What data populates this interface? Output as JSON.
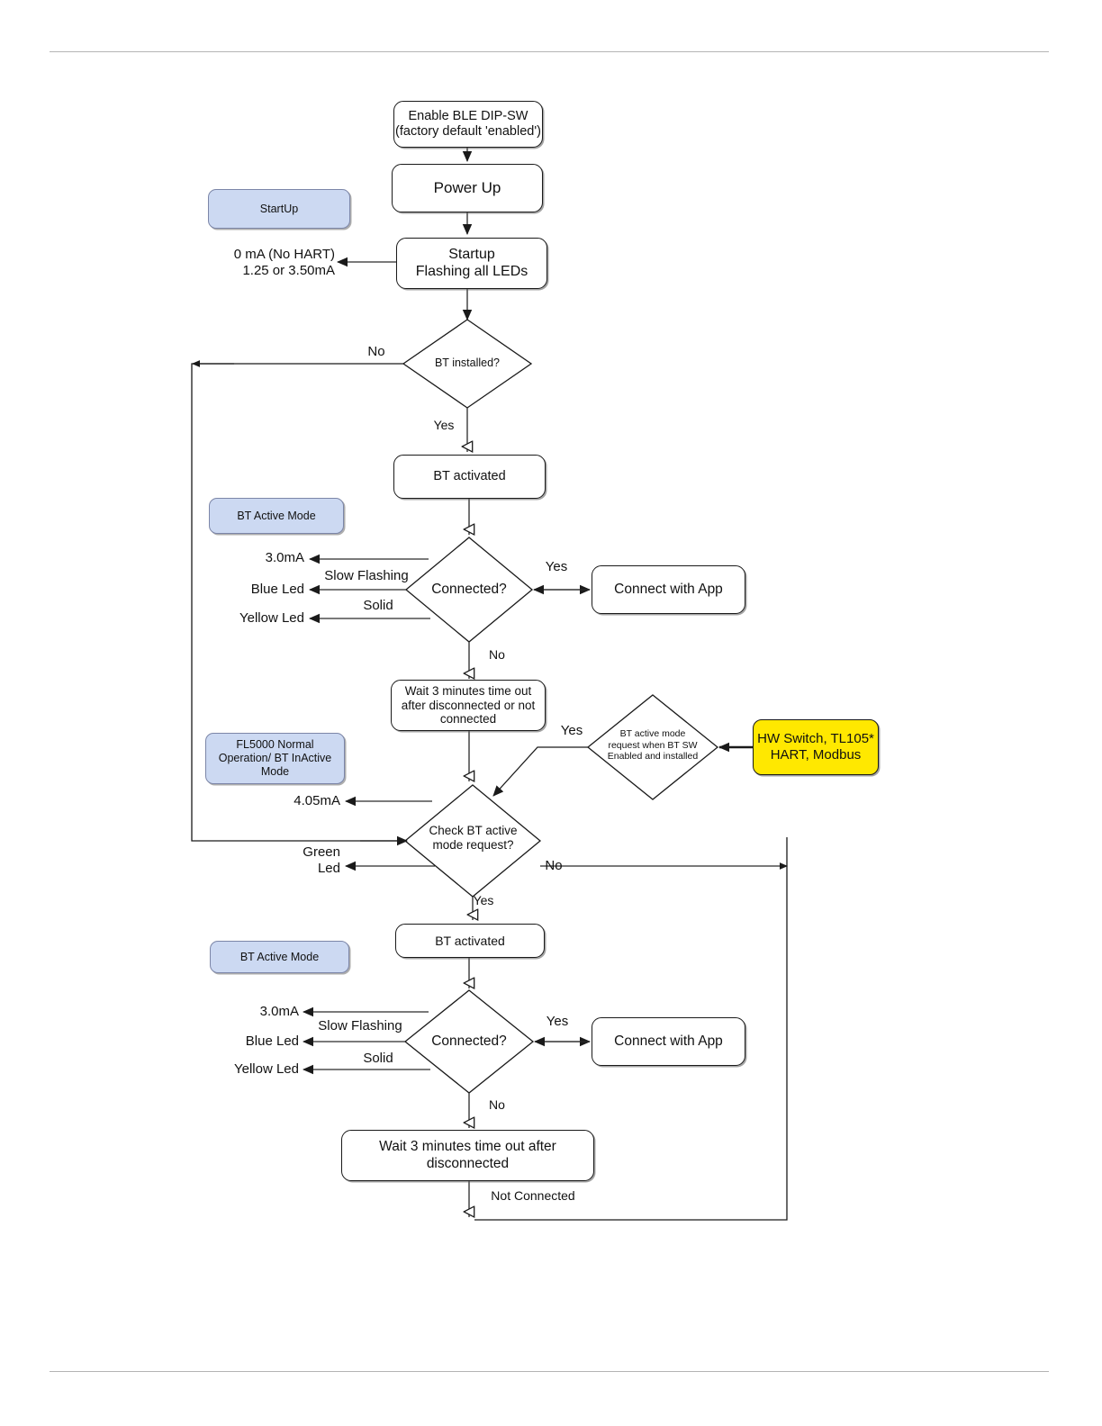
{
  "document": {
    "title": "BLE / Bluetooth Start-up and Active Mode Flowchart",
    "rule_color": "#b4b4b4"
  },
  "colors": {
    "note_fill": "#ccd9f2",
    "note_border": "#7c86a8",
    "callout_fill": "#ffe800",
    "line": "#1a1a1a",
    "process_fill": "#ffffff"
  },
  "flow": {
    "nodes": {
      "enable_ble": "Enable BLE DIP-SW\n(factory default 'enabled')",
      "enable_ble_line1": "Enable BLE DIP-SW",
      "enable_ble_line2": "(factory default 'enabled')",
      "power_up": "Power Up",
      "startup_line1": "Startup",
      "startup_line2": "Flashing all LEDs",
      "bt_activated_1": "BT activated",
      "bt_activated_2": "BT activated",
      "connect_with_app_1": "Connect with App",
      "connect_with_app_2": "Connect with App",
      "wait_timeout_1_line1": "Wait 3 minutes time out",
      "wait_timeout_1_line2": "after disconnected or not",
      "wait_timeout_1_line3": "connected",
      "wait_timeout_2_line1": "Wait 3 minutes time out after",
      "wait_timeout_2_line2": "disconnected"
    },
    "decisions": {
      "bt_installed": "BT installed?",
      "connected_1": "Connected?",
      "connected_2": "Connected?",
      "check_bt_active_line1": "Check BT active",
      "check_bt_active_line2": "mode request?",
      "bt_request_line1": "BT active mode",
      "bt_request_line2": "request  when BT SW",
      "bt_request_line3": "Enabled and installed"
    },
    "notes": {
      "startup_mode": "StartUp",
      "bt_active_mode_1": "BT Active Mode",
      "bt_active_mode_2": "BT Active Mode",
      "normal_op_line1": "FL5000 Normal",
      "normal_op_line2": "Operation/ BT  InActive",
      "normal_op_line3": "Mode"
    },
    "callouts": {
      "hw_switch_line1": "HW Switch, TL105*",
      "hw_switch_line2": "HART, Modbus"
    },
    "output_labels": {
      "startup_current_line1": "0 mA (No HART)",
      "startup_current_line2": "1.25 or 3.50mA",
      "current_3ma_1": "3.0mA",
      "blue_led_1": "Blue Led",
      "yellow_led_1": "Yellow Led",
      "slow_flashing_1": "Slow Flashing",
      "solid_1": "Solid",
      "current_405ma": "4.05mA",
      "green_led_line1": "Green",
      "green_led_line2": "Led",
      "current_3ma_2": "3.0mA",
      "blue_led_2": "Blue Led",
      "yellow_led_2": "Yellow Led",
      "slow_flashing_2": "Slow Flashing",
      "solid_2": "Solid"
    },
    "edge_labels": {
      "bt_installed_no": "No",
      "bt_installed_yes": "Yes",
      "connected_1_yes": "Yes",
      "connected_1_no": "No",
      "bt_request_yes": "Yes",
      "check_bt_yes": "Yes",
      "check_bt_no": "No",
      "connected_2_yes": "Yes",
      "connected_2_no": "No",
      "not_connected": "Not Connected"
    }
  }
}
